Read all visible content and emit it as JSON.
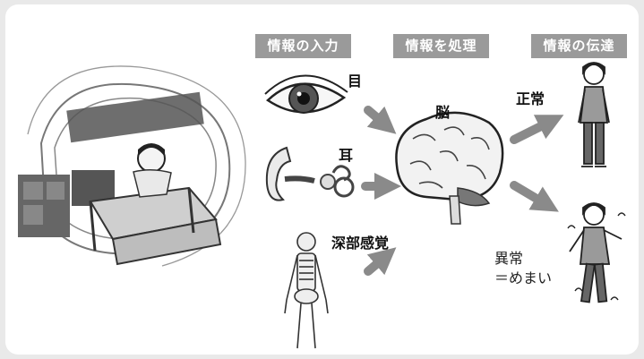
{
  "headers": {
    "input": "情報の入力",
    "process": "情報を処理",
    "transmit": "情報の伝達"
  },
  "labels": {
    "eye": "目",
    "ear": "耳",
    "deep_sense": "深部感覚",
    "brain": "脳",
    "normal": "正常",
    "abnormal_line1": "異常",
    "abnormal_line2": "＝めまい"
  },
  "colors": {
    "header_bg": "#9a9a9a",
    "arrow": "#8a8a8a",
    "background": "#ffffff"
  }
}
